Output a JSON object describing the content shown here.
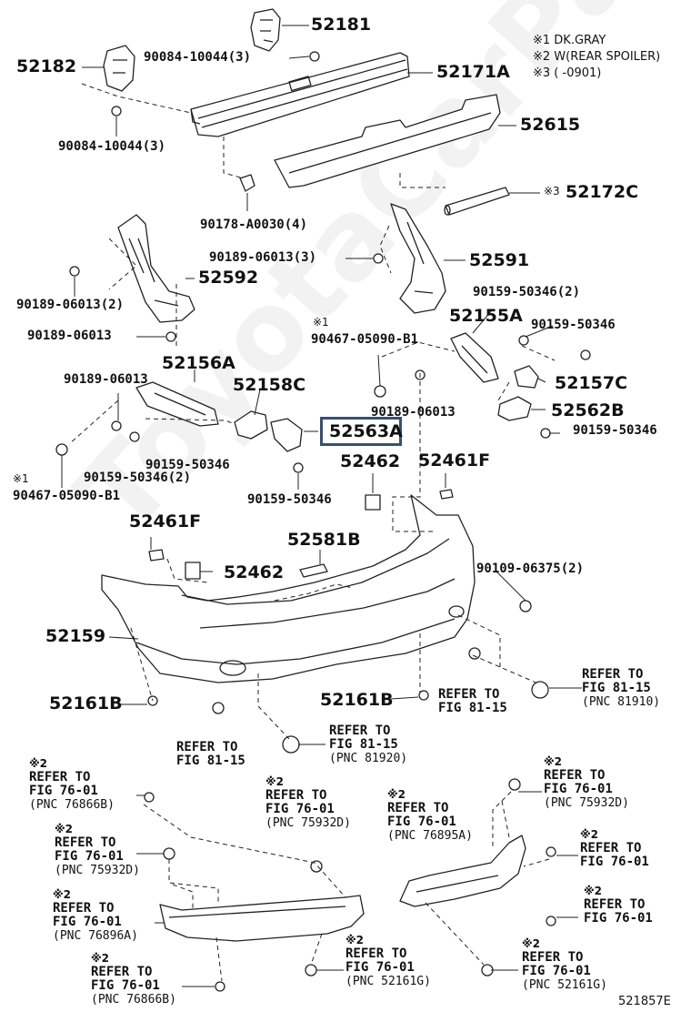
{
  "legend": {
    "note1": "※1 DK.GRAY",
    "note2": "※2 W(REAR SPOILER)",
    "note3": "※3 (      -0901)"
  },
  "parts": {
    "p52181": "52181",
    "p52182": "52182",
    "p90084_a": "90084-10044(3)",
    "p90084_b": "90084-10044(3)",
    "p52171A": "52171A",
    "p52615": "52615",
    "p52172C": "52172C",
    "p52172C_mark": "※3",
    "p90178": "90178-A0030(4)",
    "p90189_3": "90189-06013(3)",
    "p52591": "52591",
    "p52592": "52592",
    "p90189_2": "90189-06013(2)",
    "p90189_left": "90189-06013",
    "p90159_2_right": "90159-50346(2)",
    "p52155A": "52155A",
    "p90159_right": "90159-50346",
    "p90467_right": "90467-05090-B1",
    "p90467_right_mark": "※1",
    "p52156A": "52156A",
    "p90189_upper": "90189-06013",
    "p52158C": "52158C",
    "p52157C": "52157C",
    "p90189_mid": "90189-06013",
    "p52562B": "52562B",
    "p52563A": "52563A",
    "p90159_lower_right": "90159-50346",
    "p90159_mid": "90159-50346",
    "p90159_2_left": "90159-50346(2)",
    "p90467_left": "90467-05090-B1",
    "p90467_left_mark": "※1",
    "p52462_top": "52462",
    "p52461F_top": "52461F",
    "p90159_bottom": "90159-50346",
    "p52461F_left": "52461F",
    "p52581B": "52581B",
    "p52462_left": "52462",
    "p90109": "90109-06375(2)",
    "p52159": "52159",
    "p52161B_left": "52161B",
    "p52161B_mid": "52161B"
  },
  "refs": {
    "r1": {
      "line1": "REFER TO",
      "line2": "FIG 81-15",
      "pnc": "(PNC 81910)"
    },
    "r2": {
      "line1": "REFER TO",
      "line2": "FIG 81-15"
    },
    "r3": {
      "line1": "REFER TO",
      "line2": "FIG 81-15"
    },
    "r4": {
      "line1": "REFER TO",
      "line2": "FIG 81-15",
      "pnc": "(PNC 81920)"
    },
    "r5": {
      "mark": "※2",
      "line1": "REFER TO",
      "line2": "FIG 76-01",
      "pnc": "(PNC 76866B)"
    },
    "r6": {
      "mark": "※2",
      "line1": "REFER TO",
      "line2": "FIG 76-01",
      "pnc": "(PNC 75932D)"
    },
    "r7": {
      "mark": "※2",
      "line1": "REFER TO",
      "line2": "FIG 76-01",
      "pnc": "(PNC 76895A)"
    },
    "r8": {
      "mark": "※2",
      "line1": "REFER TO",
      "line2": "FIG 76-01",
      "pnc": "(PNC 75932D)"
    },
    "r9": {
      "mark": "※2",
      "line1": "REFER TO",
      "line2": "FIG 76-01",
      "pnc": "(PNC 75932D)"
    },
    "r10": {
      "mark": "※2",
      "line1": "REFER TO",
      "line2": "FIG 76-01"
    },
    "r11": {
      "mark": "※2",
      "line1": "REFER TO",
      "line2": "FIG 76-01",
      "pnc": "(PNC 76896A)"
    },
    "r12": {
      "mark": "※2",
      "line1": "REFER TO",
      "line2": "FIG 76-01"
    },
    "r13": {
      "mark": "※2",
      "line1": "REFER TO",
      "line2": "FIG 76-01",
      "pnc": "(PNC 76866B)"
    },
    "r14": {
      "mark": "※2",
      "line1": "REFER TO",
      "line2": "FIG 76-01",
      "pnc": "(PNC 52161G)"
    },
    "r15": {
      "mark": "※2",
      "line1": "REFER TO",
      "line2": "FIG 76-01",
      "pnc": "(PNC 52161G)"
    }
  },
  "watermark": "ToyotaCarPart.ru",
  "diagram_code": "521857E",
  "colors": {
    "line": "#222222",
    "highlight": "#3b4f6e"
  }
}
